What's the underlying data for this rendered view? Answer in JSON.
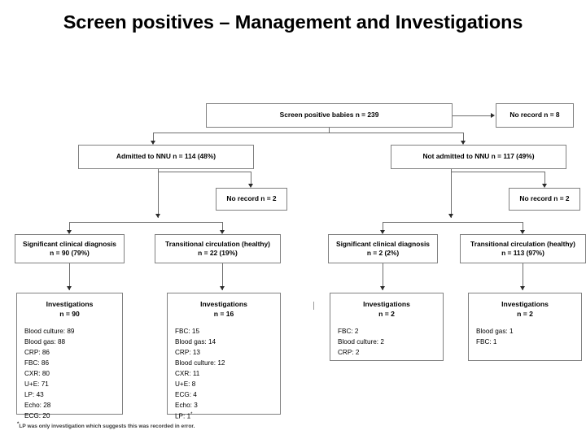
{
  "title": "Screen positives – Management and Investigations",
  "nodes": {
    "root": "Screen positive babies n = 239",
    "no_record_top": "No record n = 8",
    "admitted": "Admitted to NNU n = 114 (48%)",
    "not_admitted": "Not admitted to NNU n = 117 (49%)",
    "no_record_left": "No record n = 2",
    "no_record_right": "No record n = 2",
    "left_sig_line1": "Significant clinical diagnosis",
    "left_sig_line2": "n = 90 (79%)",
    "left_trans_line1": "Transitional circulation (healthy)",
    "left_trans_line2": "n = 22 (19%)",
    "right_sig_line1": "Significant clinical diagnosis",
    "right_sig_line2": "n = 2 (2%)",
    "right_trans_line1": "Transitional circulation (healthy)",
    "right_trans_line2": "n = 113 (97%)"
  },
  "investigations": {
    "heading": "Investigations",
    "box1": {
      "heading": "Investigations",
      "count": "n = 90",
      "items": [
        "Blood culture: 89",
        "Blood gas: 88",
        "CRP: 86",
        "FBC: 86",
        "CXR: 80",
        "U+E: 71",
        "LP: 43",
        "Echo: 28",
        "ECG: 20"
      ]
    },
    "box2": {
      "heading": "Investigations",
      "count": "n = 16",
      "items": [
        "FBC: 15",
        "Blood gas: 14",
        "CRP: 13",
        "Blood culture: 12",
        "CXR: 11",
        "U+E: 8",
        "ECG: 4",
        "Echo: 3",
        "LP: 1"
      ],
      "last_item_superscript": "*"
    },
    "box3": {
      "heading": "Investigations",
      "count": "n = 2",
      "items": [
        "FBC: 2",
        "Blood culture: 2",
        "CRP: 2"
      ]
    },
    "box4": {
      "heading": "Investigations",
      "count": "n = 2",
      "items": [
        "Blood gas: 1",
        "FBC: 1"
      ]
    }
  },
  "footnote": {
    "marker": "*",
    "text": "LP was only investigation which suggests this was recorded in error."
  },
  "colors": {
    "box_border": "#808080",
    "connector": "#6e6e6e",
    "arrow": "#2b2b2b",
    "text": "#000000",
    "background": "#ffffff"
  }
}
